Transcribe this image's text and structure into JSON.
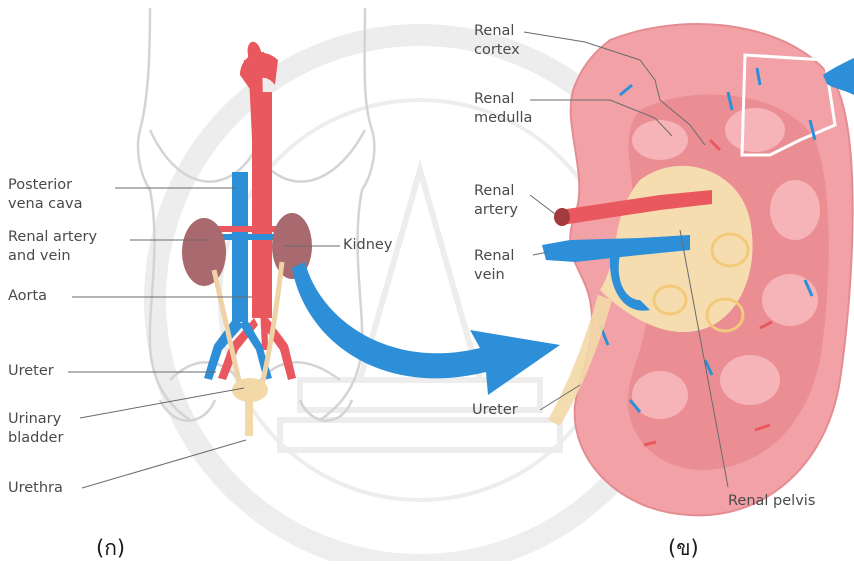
{
  "panels": {
    "left": "(ก)",
    "right": "(ข)"
  },
  "left_labels": {
    "posterior_vena_cava": [
      "Posterior",
      "vena cava"
    ],
    "renal_artery_vein": [
      "Renal artery",
      "and vein"
    ],
    "kidney": "Kidney",
    "aorta": "Aorta",
    "ureter": "Ureter",
    "urinary_bladder": [
      "Urinary",
      "bladder"
    ],
    "urethra": "Urethra"
  },
  "right_labels": {
    "renal_cortex": [
      "Renal",
      "cortex"
    ],
    "renal_medulla": [
      "Renal",
      "medulla"
    ],
    "renal_artery": [
      "Renal",
      "artery"
    ],
    "renal_vein": [
      "Renal",
      "vein"
    ],
    "ureter": "Ureter",
    "renal_pelvis": "Renal pelvis"
  },
  "colors": {
    "artery": "#e8585e",
    "vein": "#2d8fd8",
    "kidney_left": "#a86a6e",
    "kidney_cortex": "#f2a2a6",
    "kidney_medulla": "#e88a90",
    "pelvis": "#f6ddb0",
    "body_outline": "#d9d9d9",
    "leader_line": "#6a6a6a"
  }
}
